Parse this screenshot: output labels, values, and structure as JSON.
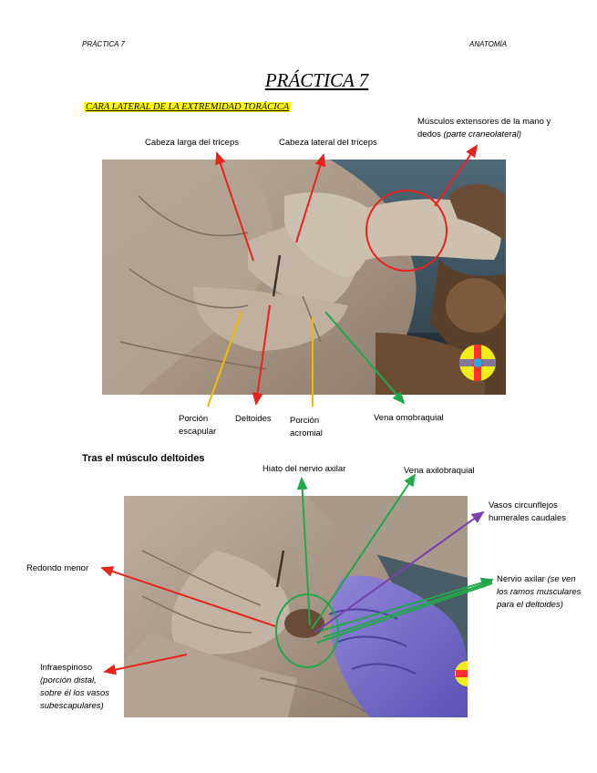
{
  "header": {
    "left": "PRÁCTICA 7",
    "right": "ANATOMÍA"
  },
  "title": "PRÁCTICA 7",
  "subtitle": "CARA LATERAL DE LA EXTREMIDAD TORÁCICA",
  "figure1": {
    "labels": {
      "extensores_l1": "Músculos extensores de la mano y",
      "extensores_l2": "dedos",
      "extensores_l2_italic": "(parte craneolateral)",
      "cabeza_larga": "Cabeza larga del tríceps",
      "cabeza_lateral": "Cabeza lateral del tríceps",
      "porcion_escapular_1": "Porción",
      "porcion_escapular_2": "escapular",
      "deltoides": "Deltoides",
      "porcion_acromial_1": "Porción",
      "porcion_acromial_2": "acromial",
      "vena_omobraquial": "Vena omobraquial"
    },
    "colors": {
      "red": "#e8231d",
      "green": "#22a84a",
      "yellow": "#f5b800"
    }
  },
  "section2_title": "Tras el músculo deltoides",
  "figure2": {
    "labels": {
      "hiato": "Hiato del nervio axilar",
      "vena_axilo": "Vena axilobraquial",
      "vasos_1": "Vasos circunflejos",
      "vasos_2": "humerales caudales",
      "redondo": "Redondo menor",
      "nervio_1": "Nervio axilar",
      "nervio_1_italic": "(se ven",
      "nervio_2": "los ramos musculares",
      "nervio_3": "para el deltoides)",
      "infra_1": "Infraespinoso",
      "infra_2": "(porción distal,",
      "infra_3": "sobre él los vasos",
      "infra_4": "subescapulares)"
    },
    "colors": {
      "red": "#e8231d",
      "green": "#22a84a",
      "purple": "#7b3fb0"
    }
  }
}
